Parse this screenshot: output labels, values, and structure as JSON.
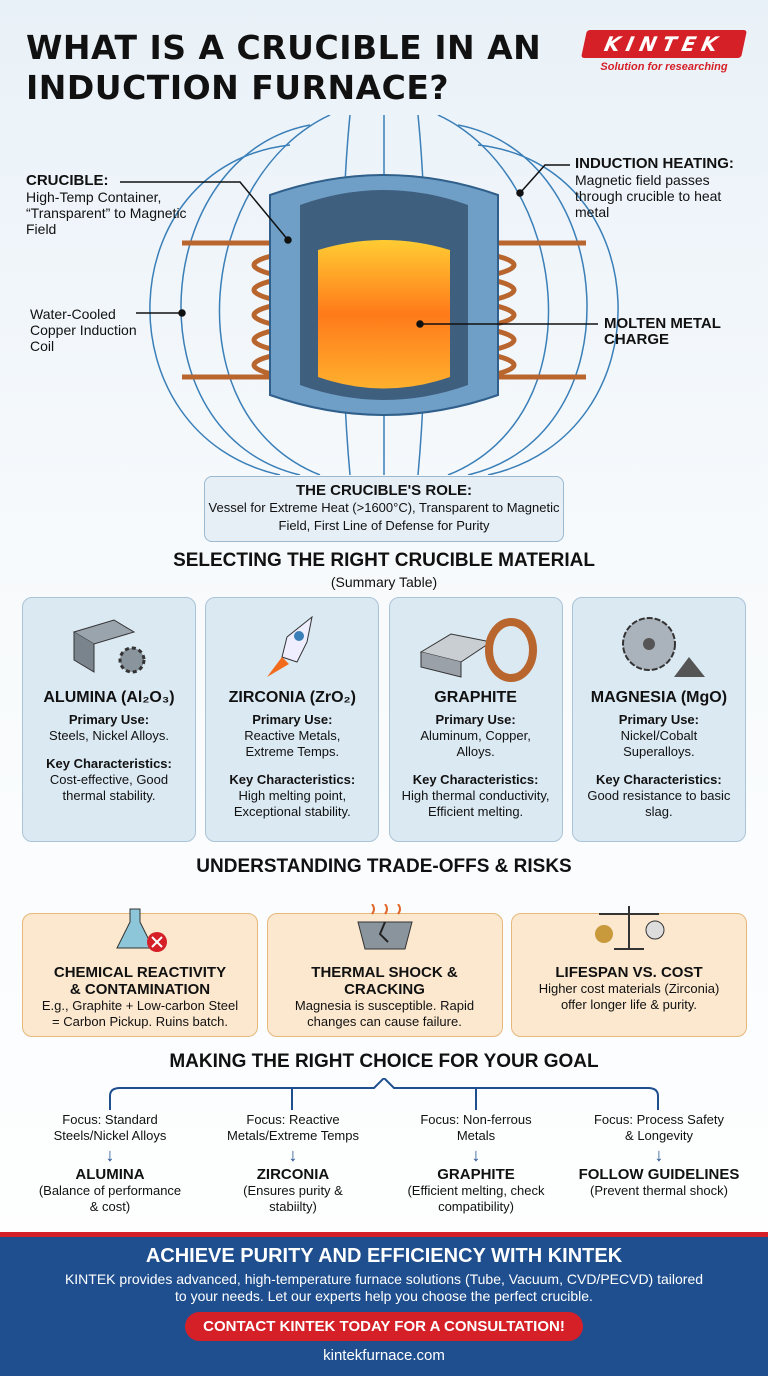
{
  "title": "WHAT IS A CRUCIBLE IN AN INDUCTION FURNACE?",
  "logo": {
    "name": "KINTEK",
    "tagline": "Solution for researching",
    "color": "#d62027"
  },
  "diagram": {
    "crucible": {
      "title": "CRUCIBLE:",
      "desc": "High-Temp Container, “Transparent” to Magnetic Field"
    },
    "induction": {
      "title": "INDUCTION HEATING:",
      "desc": "Magnetic field passes through crucible to heat metal"
    },
    "coil": "Water-Cooled Copper Induction Coil",
    "molten": "MOLTEN METAL CHARGE"
  },
  "role": {
    "title": "THE CRUCIBLE'S ROLE:",
    "desc": "Vessel for Extreme Heat (>1600°C), Transparent to Magnetic Field, First Line of Defense for Purity"
  },
  "materials": {
    "heading": "SELECTING THE RIGHT CRUCIBLE MATERIAL",
    "subheading": "(Summary Table)",
    "primary_label": "Primary Use:",
    "key_label": "Key Characteristics:",
    "items": [
      {
        "name": "ALUMINA (Al₂O₃)",
        "icon": "steel-beam-gear-icon",
        "use": "Steels, Nickel Alloys.",
        "chars": "Cost-effective, Good thermal stability."
      },
      {
        "name": "ZIRCONIA (ZrO₂)",
        "icon": "rocket-icon",
        "use": "Reactive Metals, Extreme Temps.",
        "chars": "High melting point, Exceptional stability."
      },
      {
        "name": "GRAPHITE",
        "icon": "ingot-copper-coil-icon",
        "use": "Aluminum, Copper, Alloys.",
        "chars": "High thermal conductivity, Efficient melting."
      },
      {
        "name": "MAGNESIA (MgO)",
        "icon": "turbine-icon",
        "use": "Nickel/Cobalt Superalloys.",
        "chars": "Good resistance to basic slag."
      }
    ]
  },
  "tradeoffs": {
    "heading": "UNDERSTANDING TRADE-OFFS & RISKS",
    "items": [
      {
        "title": "CHEMICAL REACTIVITY & CONTAMINATION",
        "icon": "flask-x-icon",
        "desc": "E.g., Graphite + Low-carbon Steel = Carbon Pickup. Ruins batch."
      },
      {
        "title": "THERMAL SHOCK & CRACKING",
        "icon": "cracked-crucible-icon",
        "desc": "Magnesia is susceptible. Rapid changes can cause failure."
      },
      {
        "title": "LIFESPAN VS. COST",
        "icon": "scale-icon",
        "desc": "Higher cost materials (Zirconia) offer longer life & purity."
      }
    ]
  },
  "choice": {
    "heading": "MAKING THE RIGHT CHOICE FOR YOUR GOAL",
    "items": [
      {
        "focus": "Focus: Standard Steels/Nickel Alloys",
        "result": "ALUMINA",
        "note": "(Balance of performance & cost)"
      },
      {
        "focus": "Focus: Reactive Metals/Extreme Temps",
        "result": "ZIRCONIA",
        "note": "(Ensures purity & stabiilty)"
      },
      {
        "focus": "Focus: Non-ferrous Metals",
        "result": "GRAPHITE",
        "note": "(Efficient melting, check compatibility)"
      },
      {
        "focus": "Focus: Process Safety & Longevity",
        "result": "FOLLOW GUIDELINES",
        "note": "(Prevent thermal shock)"
      }
    ]
  },
  "footer": {
    "title": "ACHIEVE PURITY AND EFFICIENCY WITH KINTEK",
    "desc": "KINTEK provides advanced, high-temperature furnace solutions (Tube, Vacuum, CVD/PECVD) tailored to your needs. Let our experts help you choose the perfect crucible.",
    "cta": "CONTACT KINTEK TODAY FOR A CONSULTATION!",
    "url": "kintekfurnace.com",
    "color": "#1f4f8f"
  }
}
